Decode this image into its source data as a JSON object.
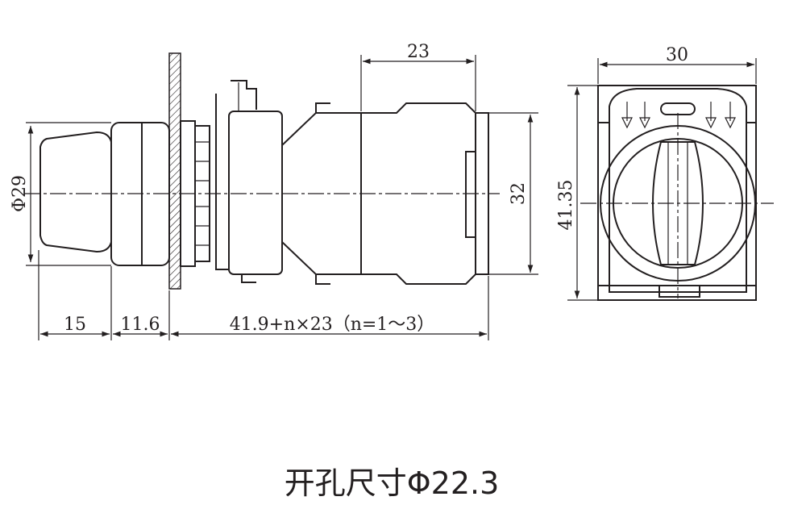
{
  "dimensions": {
    "knob_diameter": "Φ29",
    "knob_length": "15",
    "bezel_length": "11.6",
    "body_length": "41.9+n×23（n=1～3）",
    "contact_block_width": "23",
    "body_height": "32",
    "front_width": "30",
    "front_height": "41.35"
  },
  "caption": "开孔尺寸Φ22.3",
  "colors": {
    "line": "#231f20",
    "background": "#ffffff"
  }
}
